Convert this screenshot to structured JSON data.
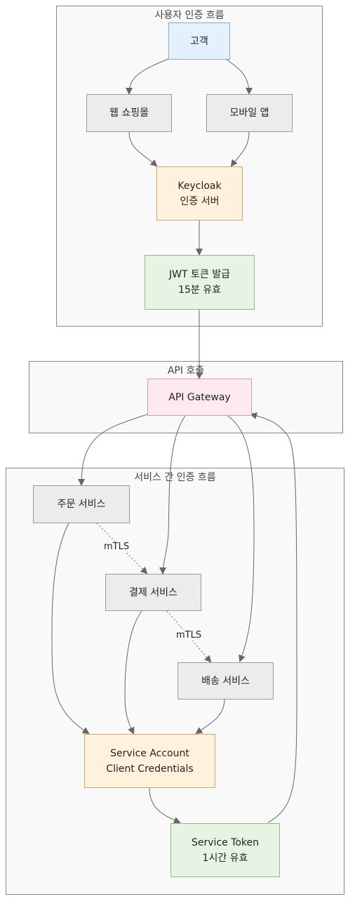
{
  "clusters": {
    "user_auth": "사용자 인증 흐름",
    "api_call": "API 호출",
    "service_auth": "서비스 간 인증 흐름"
  },
  "nodes": {
    "customer": [
      "고객"
    ],
    "web_shop": [
      "웹 쇼핑몰"
    ],
    "mobile_app": [
      "모바일 앱"
    ],
    "keycloak": [
      "Keycloak",
      "인증 서버"
    ],
    "jwt": [
      "JWT 토큰 발급",
      "15분 유효"
    ],
    "api_gateway": [
      "API Gateway"
    ],
    "order_service": [
      "주문 서비스"
    ],
    "payment_service": [
      "결제 서비스"
    ],
    "delivery_service": [
      "배송 서비스"
    ],
    "service_account": [
      "Service Account",
      "Client Credentials"
    ],
    "service_token": [
      "Service Token",
      "1시간 유효"
    ]
  },
  "edge_labels": {
    "order_payment": "mTLS",
    "payment_delivery": "mTLS"
  },
  "colors": {
    "gray": "#ececec",
    "blue": "#e3f1fc",
    "orange": "#fff2dc",
    "green": "#e7f4e4",
    "pink": "#fde9ee",
    "edge": "#666666"
  }
}
